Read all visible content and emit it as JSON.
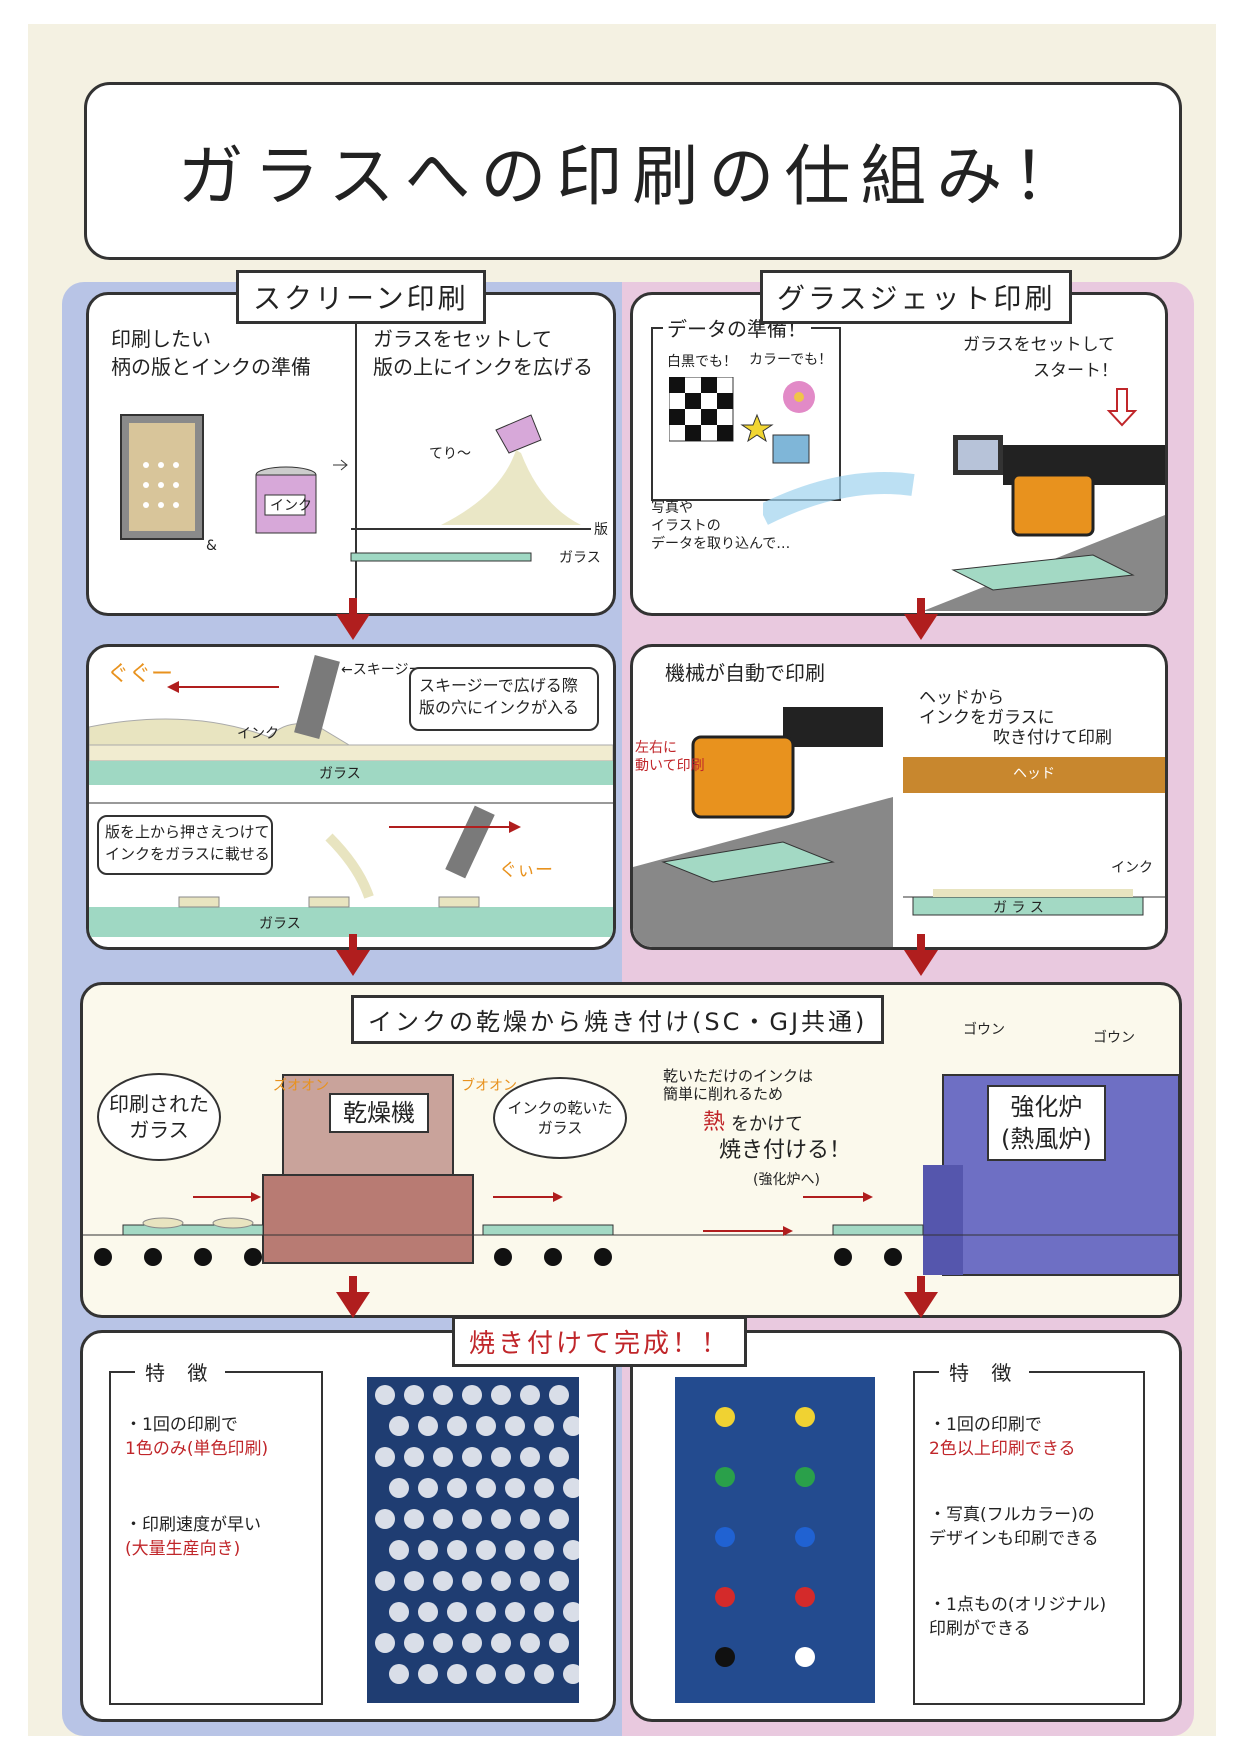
{
  "title": "ガラスへの印刷の仕組み！",
  "screen": {
    "header": "スクリーン印刷",
    "step1_left": [
      "印刷したい",
      "柄の版とインクの準備"
    ],
    "step1_right": [
      "ガラスをセットして",
      "版の上にインクを広げる"
    ],
    "ink_can_label": "インク",
    "amp": "&",
    "teri": "てり～",
    "han": "版",
    "glass": "ガラス",
    "squeegee": "←スキージー",
    "guu": "ぐぐー",
    "ink": "インク",
    "step2_note": [
      "スキージーで広げる際",
      "版の穴にインクが入る"
    ],
    "step3_note": [
      "版を上から押さえつけて",
      "インクをガラスに載せる"
    ],
    "guu2": "ぐぃー"
  },
  "glassjet": {
    "header": "グラスジェット印刷",
    "data_prep": "データの準備！",
    "shiro_kuro": "白黒でも！",
    "color": "カラーでも！",
    "import_note": [
      "写真や",
      "イラストの",
      "データを取り込んで…"
    ],
    "set_start": [
      "ガラスをセットして",
      "スタート！"
    ],
    "auto_print": "機械が自動で印刷",
    "lr_note": [
      "左右に",
      "動いて印刷"
    ],
    "head_note": [
      "ヘッドから",
      "インクをガラスに",
      "吹き付けて印刷"
    ],
    "head": "ヘッド",
    "ink": "インク",
    "glass": "ガ ラ ス"
  },
  "dry": {
    "header": "インクの乾燥から焼き付け(SC・GJ共通)",
    "printed_glass": [
      "印刷された",
      "ガラス"
    ],
    "dryer": "乾燥機",
    "sfx1": "ズオオン",
    "sfx2": "ブオオン",
    "dried_ink": [
      "インクの乾いた",
      "ガラス"
    ],
    "note1": [
      "乾いただけのインクは",
      "簡単に削れるため"
    ],
    "heat": "熱",
    "heat_rest": "をかけて",
    "bake": "焼き付ける！",
    "to_furnace": "(強化炉へ)",
    "furnace": [
      "強化炉",
      "(熱風炉)"
    ],
    "sfx3": "ゴウン",
    "sfx4": "ゴウン"
  },
  "finish": {
    "header": "焼き付けて完成！！",
    "left": {
      "label": "特 徴",
      "items": [
        {
          "text": [
            "・1回の印刷で",
            "1色のみ(単色印刷)"
          ]
        },
        {
          "text": [
            "・印刷速度が早い",
            "(大量生産向き)"
          ]
        }
      ]
    },
    "right": {
      "label": "特 徴",
      "items": [
        {
          "text": [
            "・1回の印刷で",
            "2色以上印刷できる"
          ]
        },
        {
          "text": [
            "・写真(フルカラー)の",
            "デザインも印刷できる"
          ]
        },
        {
          "text": [
            "・1点もの(オリジナル)",
            "印刷ができる"
          ]
        }
      ]
    }
  },
  "colors": {
    "accent_red": "#b01e1e",
    "blue_bg": "#b8c4e6",
    "pink_bg": "#e9c9df",
    "orange": "#e8921e"
  }
}
